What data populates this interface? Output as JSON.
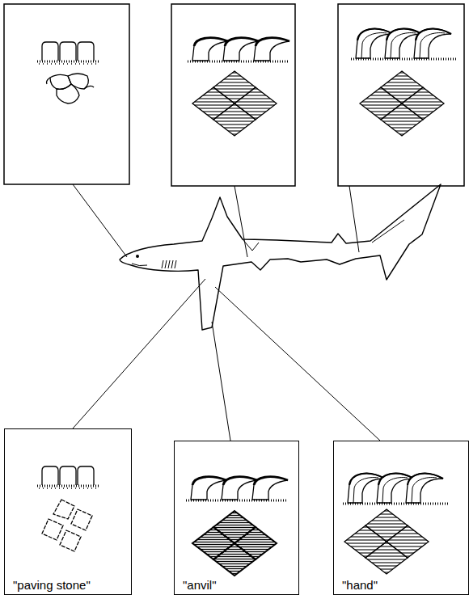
{
  "diagram": {
    "nodes": [
      {
        "text": [
          "\"paving stone\""
        ]
      },
      {
        "text": [
          "\"anvil\""
        ]
      },
      {
        "text": [
          "\"hand\""
        ]
      }
    ]
  }
}
